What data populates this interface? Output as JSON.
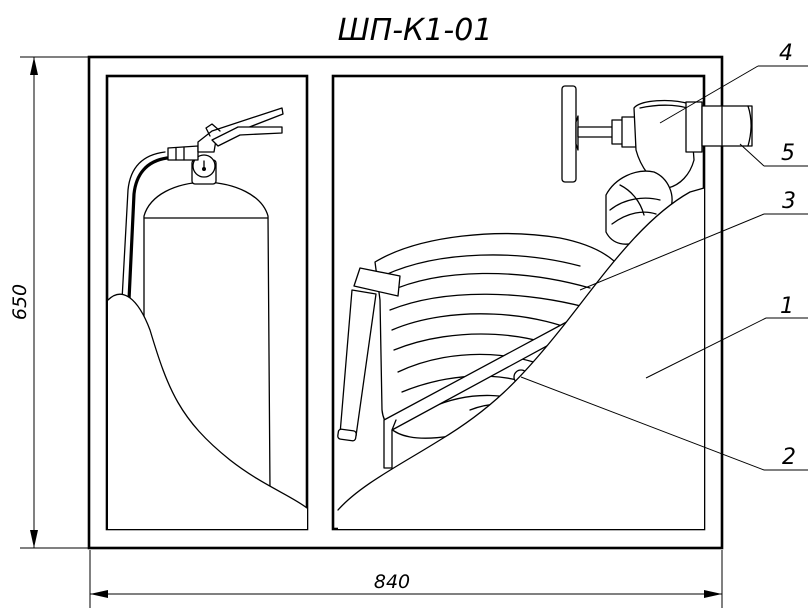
{
  "title": "ШП-К1-01",
  "dimensions": {
    "width": "840",
    "height": "650"
  },
  "callouts": [
    "1",
    "2",
    "3",
    "4",
    "5"
  ]
}
